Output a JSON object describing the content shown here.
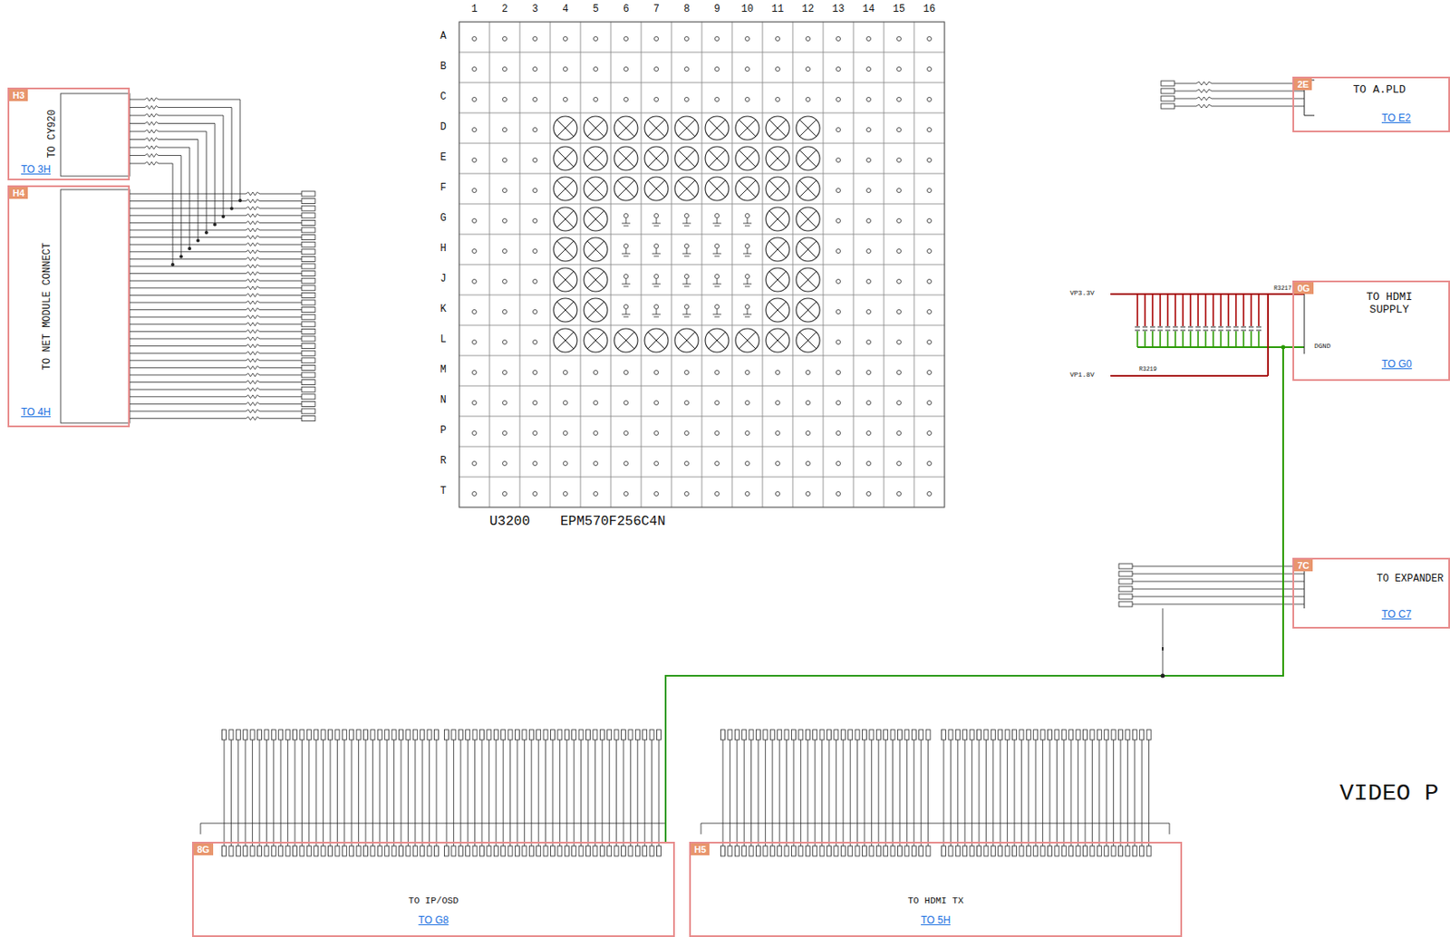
{
  "diagram": {
    "nodes": [
      {
        "text": [
          "H3",
          "TO CY920",
          "TO 3H"
        ]
      },
      {
        "text": [
          "H4",
          "TO NET MODULE CONNECT",
          "TO 4H"
        ]
      },
      {
        "text": [
          "U3200",
          "EPM570F256C4N"
        ]
      },
      {
        "text": [
          "2E",
          "TO A.PLD",
          "TO E2"
        ]
      },
      {
        "text": [
          "0G",
          "TO HDMI SUPPLY",
          "TO G0"
        ]
      },
      {
        "text": [
          "7C",
          "TO EXPANDER",
          "TO C7"
        ]
      },
      {
        "text": [
          "8G",
          "TO IP/OSD",
          "TO G8"
        ]
      },
      {
        "text": [
          "H5",
          "TO HDMI TX",
          "TO 5H"
        ]
      }
    ],
    "edges": [
      {
        "from": 4,
        "to": 6,
        "arrow": "none"
      }
    ],
    "labels": [
      "1",
      "2",
      "3",
      "4",
      "5",
      "6",
      "7",
      "8",
      "9",
      "10",
      "11",
      "12",
      "13",
      "14",
      "15",
      "16",
      "A",
      "B",
      "C",
      "D",
      "E",
      "F",
      "G",
      "H",
      "J",
      "K",
      "L",
      "M",
      "N",
      "P",
      "R",
      "T",
      "VIDEO P",
      "VP3.3V",
      "VP1.8V",
      "R3219",
      "DGND",
      "R3217"
    ]
  }
}
